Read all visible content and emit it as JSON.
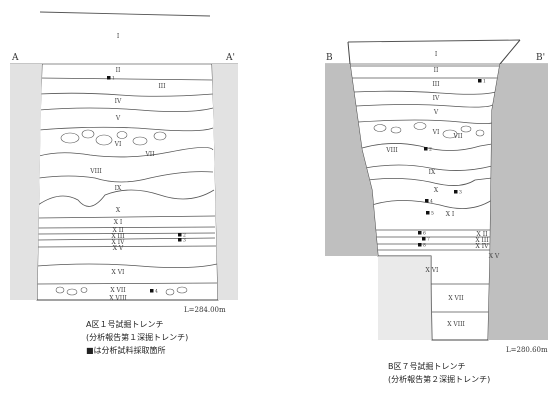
{
  "section_a": {
    "left_marker": "A",
    "right_marker": "A'",
    "layers": [
      "I",
      "II",
      "III",
      "IV",
      "V",
      "VI",
      "VII",
      "VIII",
      "IX",
      "X",
      "X I",
      "X II",
      "X III",
      "X IV",
      "X V",
      "X VI",
      "X VII",
      "X VIII"
    ],
    "samples": [
      "1",
      "2",
      "3",
      "4"
    ],
    "elevation": "L=284.00m",
    "caption_title": "A区１号試掘トレンチ",
    "caption_sub": "(分析報告第１深掘トレンチ)",
    "caption_note": "■は分析試料採取箇所"
  },
  "section_b": {
    "left_marker": "B",
    "right_marker": "B'",
    "layers": [
      "I",
      "II",
      "III",
      "IV",
      "V",
      "VI",
      "VII",
      "VIII",
      "IX",
      "X",
      "X I",
      "X II",
      "X III",
      "X IV",
      "X V",
      "X VI",
      "X VII",
      "X VIII"
    ],
    "samples": [
      "1",
      "2",
      "3",
      "4",
      "5",
      "6",
      "7",
      "8"
    ],
    "elevation": "L=280.60m",
    "caption_title": "B区７号試掘トレンチ",
    "caption_sub": "(分析報告第２深掘トレンチ)"
  },
  "colors": {
    "line": "#555555",
    "fill_gray": "#c8c8c8",
    "text": "#222222"
  }
}
